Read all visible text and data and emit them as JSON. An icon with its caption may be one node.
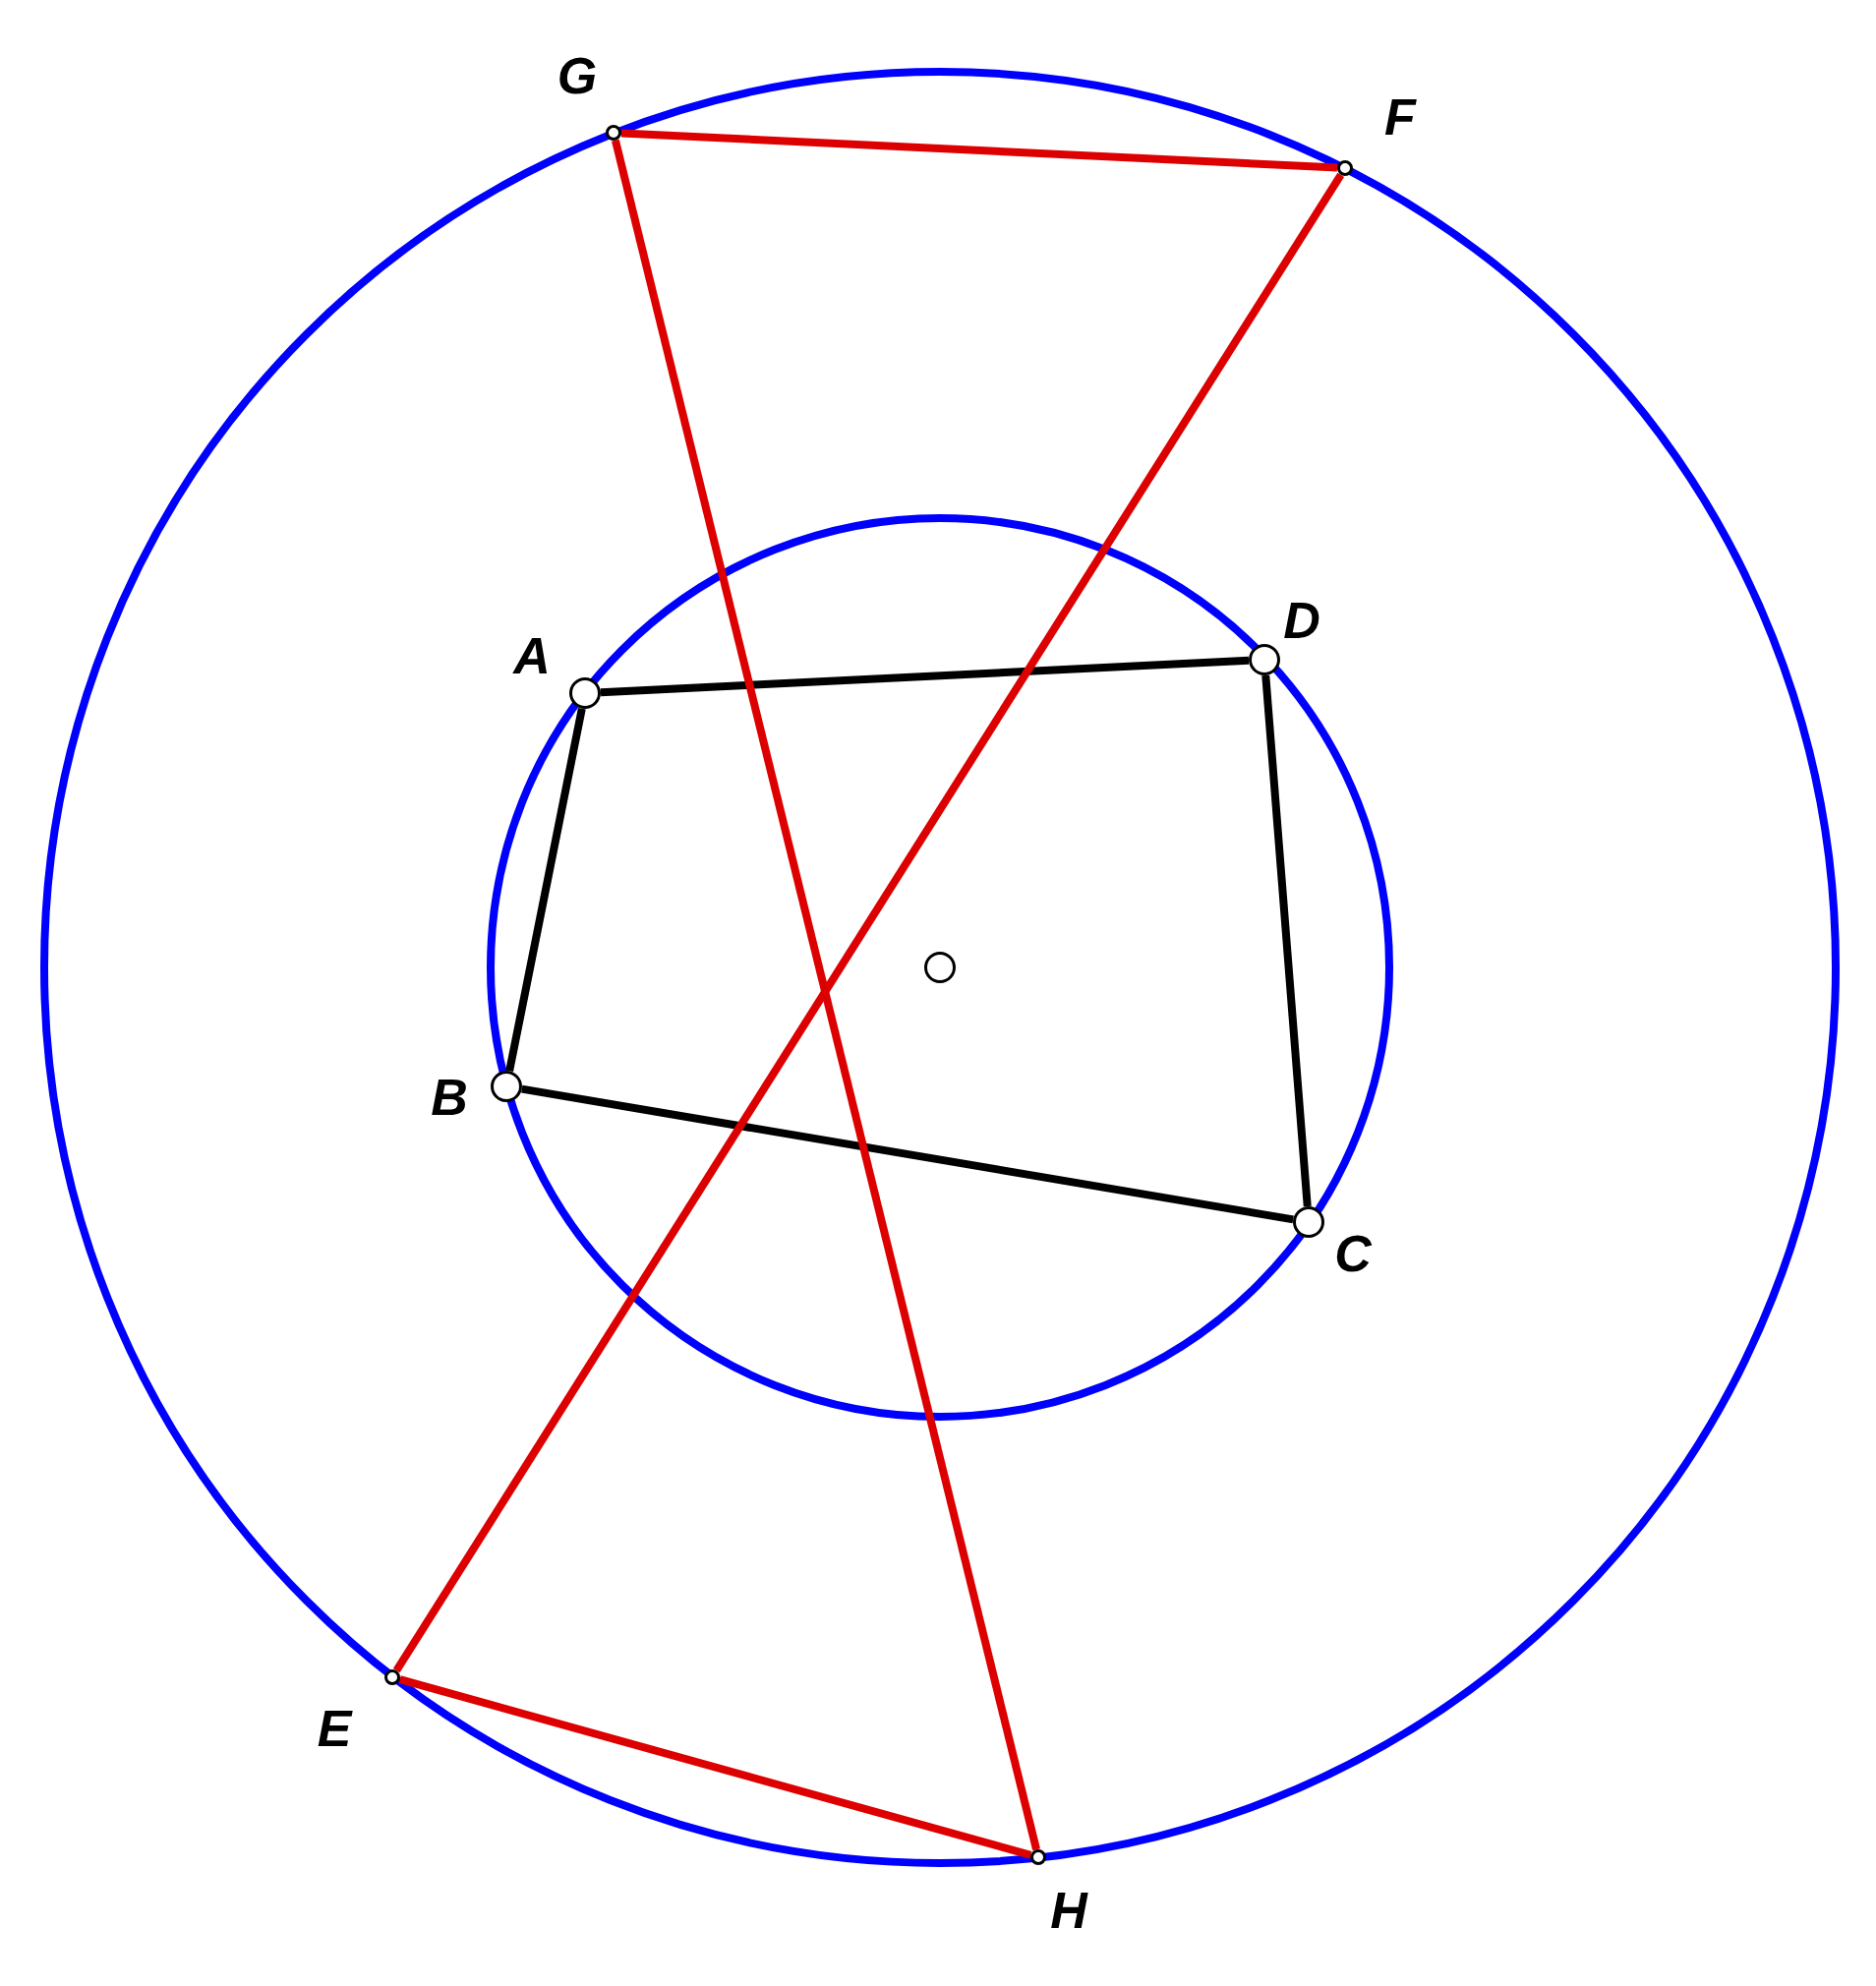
{
  "diagram": {
    "nodes": [
      {
        "text": [
          "A"
        ]
      },
      {
        "text": [
          "B"
        ]
      },
      {
        "text": [
          "C"
        ]
      },
      {
        "text": [
          "D"
        ]
      },
      {
        "text": [
          "E"
        ]
      },
      {
        "text": [
          "F"
        ]
      },
      {
        "text": [
          "G"
        ]
      },
      {
        "text": [
          "H"
        ]
      },
      {
        "text": [],
        "shape": "circle"
      }
    ],
    "edges": [
      {
        "from": 0,
        "to": 1,
        "arrow": "none"
      },
      {
        "from": 1,
        "to": 2,
        "arrow": "none"
      },
      {
        "from": 2,
        "to": 3,
        "arrow": "none"
      },
      {
        "from": 3,
        "to": 0,
        "arrow": "none"
      },
      {
        "from": 6,
        "to": 5,
        "arrow": "none",
        "color": "#dd0000"
      },
      {
        "from": 5,
        "to": 4,
        "arrow": "none",
        "color": "#dd0000"
      },
      {
        "from": 4,
        "to": 7,
        "arrow": "none",
        "color": "#dd0000"
      },
      {
        "from": 7,
        "to": 6,
        "arrow": "none",
        "color": "#dd0000"
      }
    ]
  }
}
